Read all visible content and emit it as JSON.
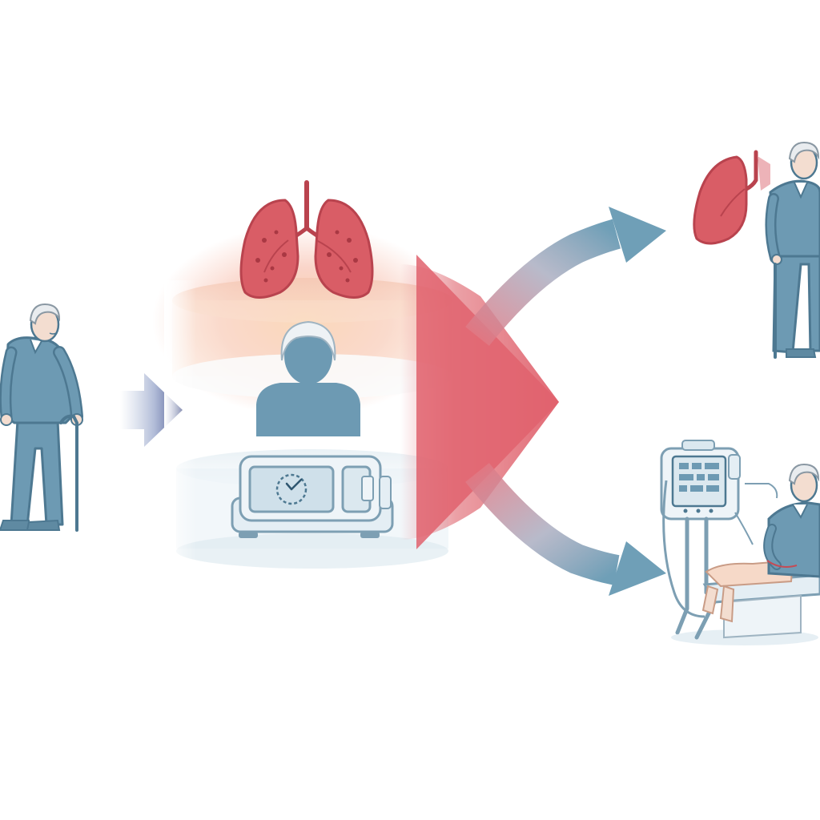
{
  "diagram": {
    "palette": {
      "figure_blue": "#6d9ab3",
      "figure_dark": "#4d7891",
      "skin": "#f3ddd0",
      "hair": "#e9ecef",
      "lung_red": "#d95d66",
      "lung_dark": "#b9434e",
      "arrow_red": "#e06a74",
      "arrow_blue": "#6f9fb7",
      "arrow_navy": "#2d3a78",
      "device_outline": "#7d9fb3",
      "device_fill": "#eef4f8",
      "glow_orange": "#f7c79f",
      "stage_blue": "#dbe8ef"
    },
    "icons": [
      "elderly-man-with-cane",
      "lungs-icon",
      "patient-silhouette-icon",
      "infusion-pump-device-icon",
      "clock-icon",
      "large-red-arrow",
      "curved-arrow-up",
      "curved-arrow-down",
      "single-lung-icon",
      "recovered-elderly-man",
      "dialysis-machine-icon",
      "patient-in-treatment-chair"
    ],
    "stages": [
      "input-patient",
      "assessment-stack",
      "outcome-improved",
      "outcome-treatment"
    ]
  }
}
